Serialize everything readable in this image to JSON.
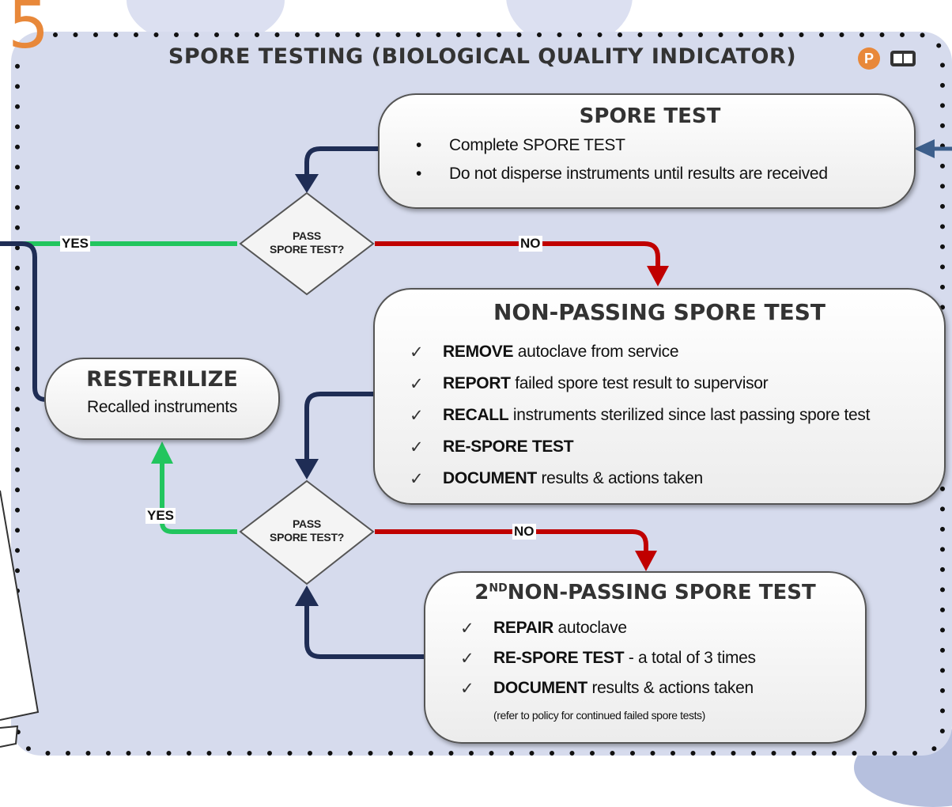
{
  "section": {
    "number": "5",
    "title": "SPORE TESTING (BIOLOGICAL QUALITY INDICATOR)",
    "badge": "P"
  },
  "spore_test": {
    "title": "SPORE TEST",
    "items": [
      "Complete SPORE TEST",
      "Do not disperse instruments until results are received"
    ]
  },
  "decision_1": {
    "line1": "PASS",
    "line2": "SPORE TEST?",
    "yes": "YES",
    "no": "NO"
  },
  "non_passing": {
    "title": "NON-PASSING SPORE TEST",
    "items": [
      {
        "bold": "REMOVE",
        "rest": " autoclave from service"
      },
      {
        "bold": "REPORT",
        "rest": " failed spore test result to supervisor"
      },
      {
        "bold": "RECALL",
        "rest": " instruments sterilized since last passing spore test"
      },
      {
        "bold": "RE-SPORE TEST",
        "rest": ""
      },
      {
        "bold": "DOCUMENT",
        "rest": " results & actions taken"
      }
    ]
  },
  "resterilize": {
    "title": "RESTERILIZE",
    "text": "Recalled instruments"
  },
  "decision_2": {
    "line1": "PASS",
    "line2": "SPORE TEST?",
    "yes": "YES",
    "no": "NO"
  },
  "second_non_passing": {
    "prefix": "2",
    "sup": "ND",
    "title": "NON-PASSING SPORE TEST",
    "items": [
      {
        "bold": "REPAIR",
        "rest": " autoclave"
      },
      {
        "bold": "RE-SPORE TEST",
        "rest": " - a total of 3 times"
      },
      {
        "bold": "DOCUMENT",
        "rest": " results & actions taken"
      }
    ],
    "note": "(refer to policy for continued failed spore tests)"
  },
  "colors": {
    "panel": "#d6dbed",
    "navy_arrow": "#1f2d55",
    "yes_line": "#22c55e",
    "no_line": "#c00000",
    "accent": "#e8883a"
  }
}
